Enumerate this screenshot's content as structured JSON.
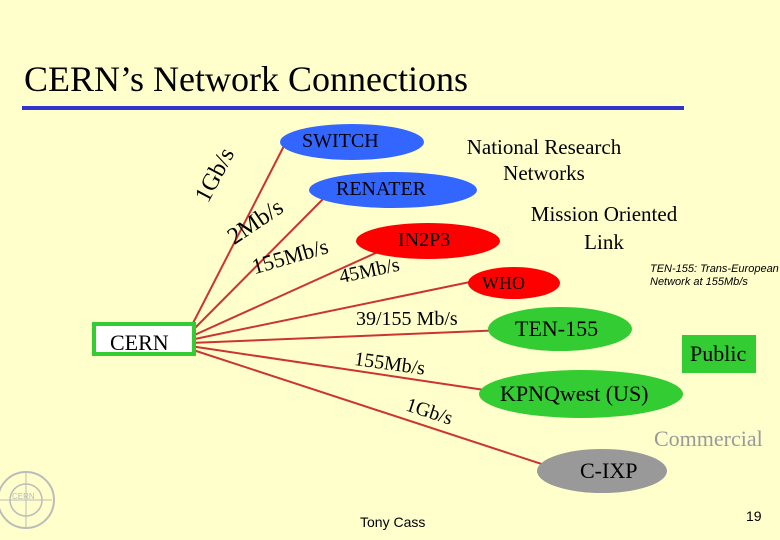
{
  "slide": {
    "title": "CERN’s Network Connections",
    "author": "Tony Cass",
    "page_number": "19",
    "accent_color": "#3333cc",
    "logo": {
      "icon": "cern-logo-icon",
      "text": "CERN"
    }
  },
  "diagram": {
    "source_node": {
      "label": "CERN",
      "fill": "#ffffff",
      "border": "#33cc33"
    },
    "nodes": [
      {
        "id": "switch",
        "label": "SWITCH",
        "fill": "#3366ff"
      },
      {
        "id": "renater",
        "label": "RENATER",
        "fill": "#3366ff"
      },
      {
        "id": "in2p3",
        "label": "IN2P3",
        "fill": "#ff0000"
      },
      {
        "id": "who",
        "label": "WHO",
        "fill": "#ff0000"
      },
      {
        "id": "ten155",
        "label": "TEN-155",
        "fill": "#33cc33"
      },
      {
        "id": "kpnqwest",
        "label": "KPNQwest (US)",
        "fill": "#33cc33"
      },
      {
        "id": "cixp",
        "label": "C-IXP",
        "fill": "#999999"
      }
    ],
    "link_labels": [
      {
        "id": "l1",
        "text": "1Gb/s"
      },
      {
        "id": "l2",
        "text": "2Mb/s"
      },
      {
        "id": "l3",
        "text": "155Mb/s"
      },
      {
        "id": "l4",
        "text": "45Mb/s"
      },
      {
        "id": "l5",
        "text": "39/155 Mb/s"
      },
      {
        "id": "l6",
        "text": "155Mb/s"
      },
      {
        "id": "l7",
        "text": "1Gb/s"
      }
    ],
    "categories": {
      "national_research": "National Research Networks",
      "mission_oriented": "Mission Oriented Link",
      "public": "Public",
      "commercial": "Commercial"
    },
    "ten_note": "TEN-155: Trans-European Network at 155Mb/s",
    "colors": {
      "line": "#cc3333",
      "national": "#3366ff",
      "mission": "#ff0000",
      "public": "#33cc33",
      "commercial": "#999999"
    }
  }
}
